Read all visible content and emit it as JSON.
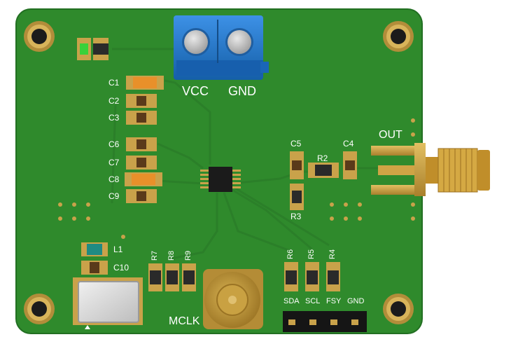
{
  "board": {
    "colors": {
      "pcb": "#2f8a2c",
      "pcb_edge": "#226f22",
      "pad_gold": "#c9a24a",
      "silk": "#ffffff",
      "terminal_blue": "#1f73c8",
      "ic_body": "#1b1b1b",
      "sma_gold": "#c9962c"
    },
    "labels": {
      "vcc": "VCC",
      "gnd": "GND",
      "out": "OUT",
      "mclk": "MCLK",
      "sda": "SDA",
      "scl": "SCL",
      "fsy": "FSY",
      "gnd_header": "GND",
      "c1": "C1",
      "c2": "C2",
      "c3": "C3",
      "c4": "C4",
      "c5": "C5",
      "c6": "C6",
      "c7": "C7",
      "c8": "C8",
      "c9": "C9",
      "c10": "C10",
      "l1": "L1",
      "r2": "R2",
      "r3": "R3",
      "r4": "R4",
      "r5": "R5",
      "r6": "R6",
      "r7": "R7",
      "r8": "R8",
      "r9": "R9"
    },
    "icons": [
      "mounting-hole-icon",
      "screw-terminal-icon",
      "sma-connector-icon",
      "ic-chip-icon",
      "crystal-oscillator-icon",
      "pin-header-icon"
    ]
  }
}
